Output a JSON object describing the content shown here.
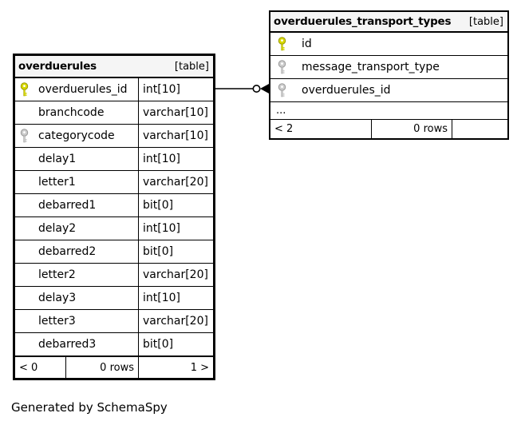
{
  "footer_note": "Generated by SchemaSpy",
  "colors": {
    "primary_key": "#d9d900",
    "primary_key_outline": "#999900",
    "secondary_key": "#cccccc",
    "secondary_key_outline": "#999999",
    "header_bg": "#f5f5f5",
    "line": "#000000"
  },
  "relationship": {
    "from_table": "overduerules",
    "from_column": "overduerules_id",
    "to_table": "overduerules_transport_types",
    "to_column": "overduerules_id"
  },
  "tables": [
    {
      "name": "overduerules",
      "tag": "[table]",
      "columns": [
        {
          "name": "overduerules_id",
          "type": "int[10]",
          "key": "primary"
        },
        {
          "name": "branchcode",
          "type": "varchar[10]",
          "key": "none"
        },
        {
          "name": "categorycode",
          "type": "varchar[10]",
          "key": "secondary"
        },
        {
          "name": "delay1",
          "type": "int[10]",
          "key": "none"
        },
        {
          "name": "letter1",
          "type": "varchar[20]",
          "key": "none"
        },
        {
          "name": "debarred1",
          "type": "bit[0]",
          "key": "none"
        },
        {
          "name": "delay2",
          "type": "int[10]",
          "key": "none"
        },
        {
          "name": "debarred2",
          "type": "bit[0]",
          "key": "none"
        },
        {
          "name": "letter2",
          "type": "varchar[20]",
          "key": "none"
        },
        {
          "name": "delay3",
          "type": "int[10]",
          "key": "none"
        },
        {
          "name": "letter3",
          "type": "varchar[20]",
          "key": "none"
        },
        {
          "name": "debarred3",
          "type": "bit[0]",
          "key": "none"
        }
      ],
      "paging": {
        "prev": "< 0",
        "rows": "0 rows",
        "next": "1 >"
      }
    },
    {
      "name": "overduerules_transport_types",
      "tag": "[table]",
      "columns": [
        {
          "name": "id",
          "key": "primary"
        },
        {
          "name": "message_transport_type",
          "key": "secondary"
        },
        {
          "name": "overduerules_id",
          "key": "secondary"
        }
      ],
      "ellipsis": "...",
      "paging": {
        "prev": "< 2",
        "rows": "0 rows",
        "next": ""
      }
    }
  ]
}
